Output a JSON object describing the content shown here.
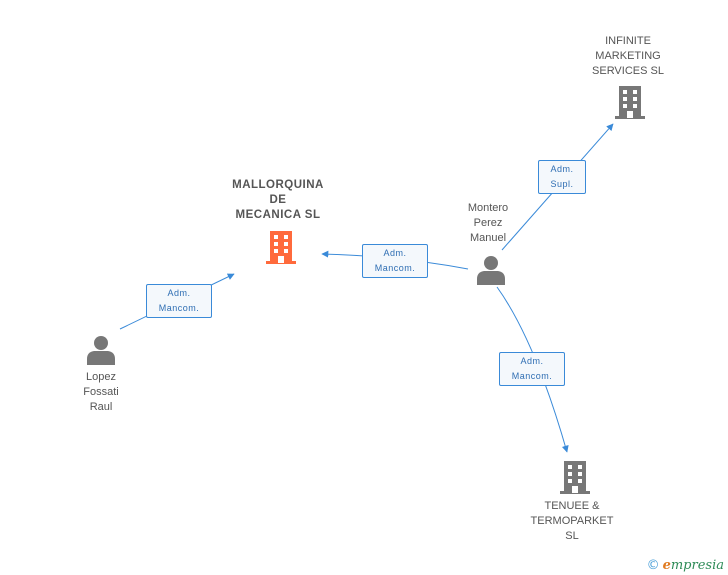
{
  "nodes": {
    "mallorquina": {
      "type": "company",
      "highlight": true,
      "lines": [
        "MALLORQUINA",
        "DE",
        "MECANICA  SL"
      ],
      "color": "#ff6a3c"
    },
    "infinite": {
      "type": "company",
      "highlight": false,
      "lines": [
        "INFINITE",
        "MARKETING",
        "SERVICES SL"
      ],
      "color": "#777777"
    },
    "tenuee": {
      "type": "company",
      "highlight": false,
      "lines": [
        "TENUEE &",
        "TERMOPARKET",
        "SL"
      ],
      "color": "#777777"
    },
    "montero": {
      "type": "person",
      "lines": [
        "Montero",
        "Perez",
        "Manuel"
      ],
      "color": "#777777"
    },
    "lopez": {
      "type": "person",
      "lines": [
        "Lopez",
        "Fossati",
        "Raul"
      ],
      "color": "#777777"
    }
  },
  "edges": [
    {
      "id": "lopez-mallorquina",
      "lines": [
        "Adm.",
        "Mancom."
      ]
    },
    {
      "id": "montero-mallorquina",
      "lines": [
        "Adm.",
        "Mancom."
      ]
    },
    {
      "id": "montero-infinite",
      "lines": [
        "Adm.",
        "Supl."
      ]
    },
    {
      "id": "montero-tenuee",
      "lines": [
        "Adm.",
        "Mancom."
      ]
    }
  ],
  "colors": {
    "edge": "#3a8ad8"
  },
  "brand": {
    "copyright": "©",
    "first": "e",
    "rest": "mpresia"
  }
}
